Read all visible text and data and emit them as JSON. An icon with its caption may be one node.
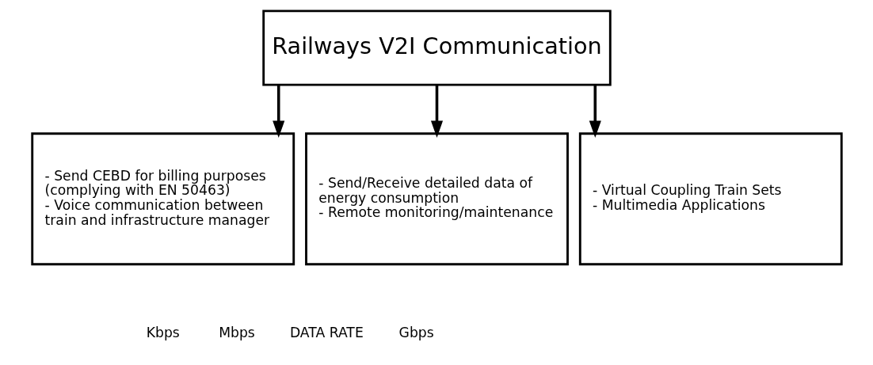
{
  "diagram": {
    "nodes": [
      {
        "text": [
          "Railways V2I Communication"
        ]
      },
      {
        "text": [
          "- Send CEBD for billing purposes (complying with EN 50463)",
          "- Voice communication between train and infrastructure manager"
        ]
      },
      {
        "text": [
          "- Send/Receive detailed data of energy consumption",
          "- Remote monitoring/maintenance"
        ]
      },
      {
        "text": [
          "- Virtual Coupling Train Sets",
          "- Multimedia Applications"
        ]
      }
    ],
    "edges": [
      {
        "from": 0,
        "to": 1,
        "arrow": "to"
      },
      {
        "from": 0,
        "to": 2,
        "arrow": "to"
      },
      {
        "from": 0,
        "to": 3,
        "arrow": "to"
      }
    ],
    "labels": [
      "DATA RATE",
      "Gbps",
      "Mbps",
      "Kbps"
    ]
  }
}
